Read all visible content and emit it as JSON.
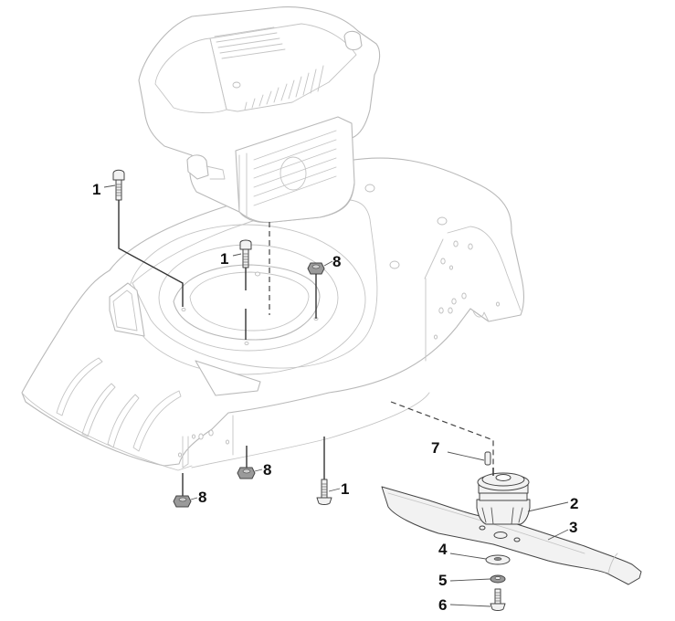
{
  "diagram": {
    "title": "Lawn mower deck, engine mounting and blade assembly (exploded view)",
    "components": {
      "engine": "engine",
      "deck": "mower-deck",
      "blade_hub": "blade-adapter-hub",
      "blade": "cutting-blade"
    },
    "callouts": [
      {
        "id": "callout-1-left-bolt",
        "label": "1",
        "part": "bolt"
      },
      {
        "id": "callout-1-center-bolt",
        "label": "1",
        "part": "bolt"
      },
      {
        "id": "callout-8-top-nut",
        "label": "8",
        "part": "nut"
      },
      {
        "id": "callout-8-front-nut",
        "label": "8",
        "part": "nut"
      },
      {
        "id": "callout-8-rear-nut",
        "label": "8",
        "part": "nut"
      },
      {
        "id": "callout-1-underside-bolt",
        "label": "1",
        "part": "bolt"
      },
      {
        "id": "callout-7-key",
        "label": "7",
        "part": "key"
      },
      {
        "id": "callout-2-hub",
        "label": "2",
        "part": "blade adapter hub"
      },
      {
        "id": "callout-3-blade",
        "label": "3",
        "part": "blade"
      },
      {
        "id": "callout-4-washer",
        "label": "4",
        "part": "washer"
      },
      {
        "id": "callout-5-spring-washer",
        "label": "5",
        "part": "spring washer"
      },
      {
        "id": "callout-6-blade-bolt",
        "label": "6",
        "part": "blade bolt"
      }
    ]
  }
}
